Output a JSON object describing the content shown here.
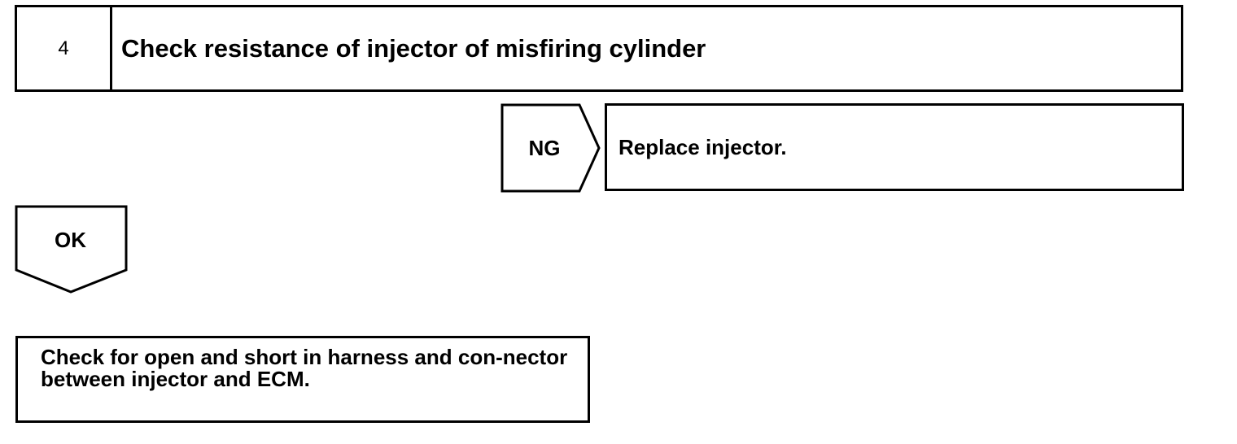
{
  "step": {
    "number": "4",
    "title": "Check resistance of injector of misfiring cylinder"
  },
  "ng_branch": {
    "label": "NG",
    "result": "Replace injector."
  },
  "ok_branch": {
    "label": "OK"
  },
  "next_step": {
    "text": "Check for open and short in harness and con-nector between injector and ECM."
  }
}
